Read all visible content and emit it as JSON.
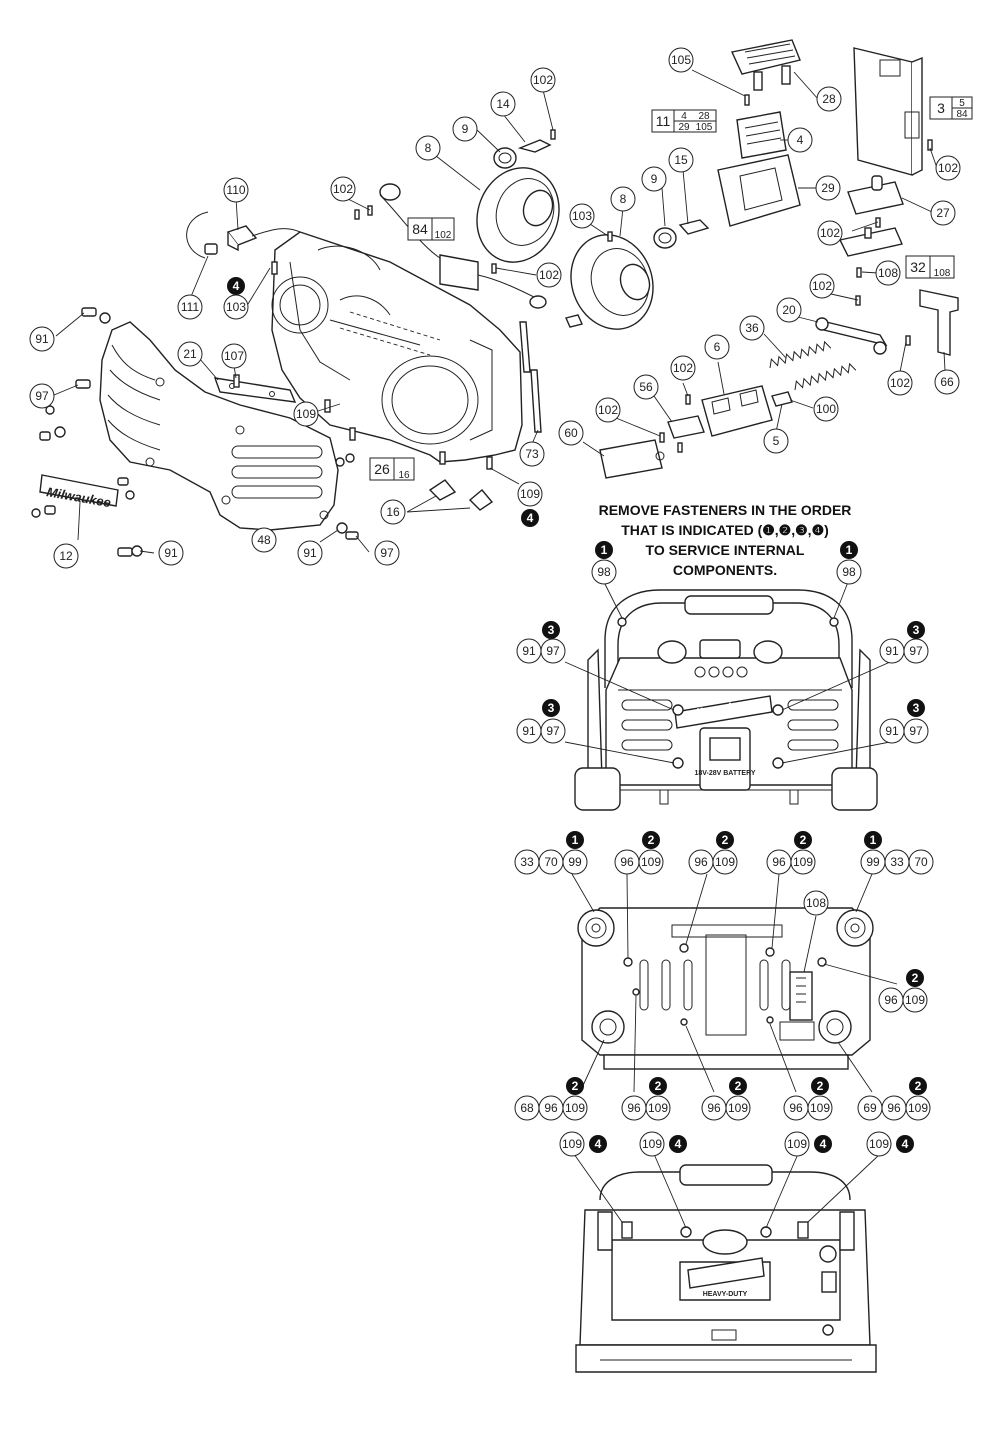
{
  "instruction": {
    "lines": [
      "REMOVE FASTENERS IN THE ORDER",
      "THAT IS INDICATED (❶,❷,❸,❹)",
      "TO SERVICE INTERNAL",
      "COMPONENTS."
    ]
  },
  "callouts": [
    {
      "id": "c105",
      "label": "105"
    },
    {
      "id": "c102a",
      "label": "102"
    },
    {
      "id": "c14",
      "label": "14"
    },
    {
      "id": "c28",
      "label": "28"
    },
    {
      "id": "c4",
      "label": "4"
    },
    {
      "id": "c102b",
      "label": "102"
    },
    {
      "id": "c27",
      "label": "27"
    },
    {
      "id": "c29",
      "label": "29"
    },
    {
      "id": "c9a",
      "label": "9"
    },
    {
      "id": "c8a",
      "label": "8"
    },
    {
      "id": "c102c",
      "label": "102"
    },
    {
      "id": "c110",
      "label": "110"
    },
    {
      "id": "c103a",
      "label": "103"
    },
    {
      "id": "c102d",
      "label": "102"
    },
    {
      "id": "c111",
      "label": "111"
    },
    {
      "id": "c9b",
      "label": "9"
    },
    {
      "id": "c15",
      "label": "15"
    },
    {
      "id": "c8b",
      "label": "8"
    },
    {
      "id": "c103b",
      "label": "103"
    },
    {
      "id": "c102e",
      "label": "102"
    },
    {
      "id": "c108a",
      "label": "108"
    },
    {
      "id": "c102f",
      "label": "102"
    },
    {
      "id": "c20",
      "label": "20"
    },
    {
      "id": "c36",
      "label": "36"
    },
    {
      "id": "c66",
      "label": "66"
    },
    {
      "id": "c102g",
      "label": "102"
    },
    {
      "id": "c6",
      "label": "6"
    },
    {
      "id": "c102h",
      "label": "102"
    },
    {
      "id": "c56",
      "label": "56"
    },
    {
      "id": "c100",
      "label": "100"
    },
    {
      "id": "c5",
      "label": "5"
    },
    {
      "id": "c102i",
      "label": "102"
    },
    {
      "id": "c60",
      "label": "60"
    },
    {
      "id": "c91a",
      "label": "91"
    },
    {
      "id": "c21",
      "label": "21"
    },
    {
      "id": "c107",
      "label": "107"
    },
    {
      "id": "c97a",
      "label": "97"
    },
    {
      "id": "c109a",
      "label": "109"
    },
    {
      "id": "c73",
      "label": "73"
    },
    {
      "id": "c109b",
      "label": "109"
    },
    {
      "id": "c16",
      "label": "16"
    },
    {
      "id": "c12",
      "label": "12"
    },
    {
      "id": "c48",
      "label": "48"
    },
    {
      "id": "c91b",
      "label": "91"
    },
    {
      "id": "c91c",
      "label": "91"
    },
    {
      "id": "c97b",
      "label": "97"
    },
    {
      "id": "c98a",
      "label": "98"
    },
    {
      "id": "c98b",
      "label": "98"
    },
    {
      "id": "c91d",
      "label": "91"
    },
    {
      "id": "c97c",
      "label": "97"
    },
    {
      "id": "c91e",
      "label": "91"
    },
    {
      "id": "c97d",
      "label": "97"
    },
    {
      "id": "c91f",
      "label": "91"
    },
    {
      "id": "c97e",
      "label": "97"
    },
    {
      "id": "c91g",
      "label": "91"
    },
    {
      "id": "c97f",
      "label": "97"
    },
    {
      "id": "c33a",
      "label": "33"
    },
    {
      "id": "c70a",
      "label": "70"
    },
    {
      "id": "c99a",
      "label": "99"
    },
    {
      "id": "c96a",
      "label": "96"
    },
    {
      "id": "c109c",
      "label": "109"
    },
    {
      "id": "c96b",
      "label": "96"
    },
    {
      "id": "c109d",
      "label": "109"
    },
    {
      "id": "c96c",
      "label": "96"
    },
    {
      "id": "c109e",
      "label": "109"
    },
    {
      "id": "c99b",
      "label": "99"
    },
    {
      "id": "c33b",
      "label": "33"
    },
    {
      "id": "c70b",
      "label": "70"
    },
    {
      "id": "c108b",
      "label": "108"
    },
    {
      "id": "c96d",
      "label": "96"
    },
    {
      "id": "c109f",
      "label": "109"
    },
    {
      "id": "c68",
      "label": "68"
    },
    {
      "id": "c96e",
      "label": "96"
    },
    {
      "id": "c109g",
      "label": "109"
    },
    {
      "id": "c96f",
      "label": "96"
    },
    {
      "id": "c109h",
      "label": "109"
    },
    {
      "id": "c96g",
      "label": "96"
    },
    {
      "id": "c109i",
      "label": "109"
    },
    {
      "id": "c96h",
      "label": "96"
    },
    {
      "id": "c109j",
      "label": "109"
    },
    {
      "id": "c69",
      "label": "69"
    },
    {
      "id": "c96i",
      "label": "96"
    },
    {
      "id": "c109k",
      "label": "109"
    },
    {
      "id": "c109l",
      "label": "109"
    },
    {
      "id": "c109m",
      "label": "109"
    },
    {
      "id": "c109n",
      "label": "109"
    },
    {
      "id": "c109o",
      "label": "109"
    }
  ],
  "sequence_markers": [
    {
      "id": "s4a",
      "label": "4"
    },
    {
      "id": "s4b",
      "label": "4"
    },
    {
      "id": "s1a",
      "label": "1"
    },
    {
      "id": "s1b",
      "label": "1"
    },
    {
      "id": "s3a",
      "label": "3"
    },
    {
      "id": "s3b",
      "label": "3"
    },
    {
      "id": "s3c",
      "label": "3"
    },
    {
      "id": "s3d",
      "label": "3"
    },
    {
      "id": "s1c",
      "label": "1"
    },
    {
      "id": "s2a",
      "label": "2"
    },
    {
      "id": "s2b",
      "label": "2"
    },
    {
      "id": "s2c",
      "label": "2"
    },
    {
      "id": "s1d",
      "label": "1"
    },
    {
      "id": "s2d",
      "label": "2"
    },
    {
      "id": "s2e",
      "label": "2"
    },
    {
      "id": "s2f",
      "label": "2"
    },
    {
      "id": "s2g",
      "label": "2"
    },
    {
      "id": "s2h",
      "label": "2"
    },
    {
      "id": "s2i",
      "label": "2"
    },
    {
      "id": "s4c",
      "label": "4"
    },
    {
      "id": "s4d",
      "label": "4"
    },
    {
      "id": "s4e",
      "label": "4"
    },
    {
      "id": "s4f",
      "label": "4"
    }
  ],
  "kit_references": [
    {
      "id": "k11",
      "main": "11",
      "sub": [
        "4",
        "28",
        "29",
        "105"
      ]
    },
    {
      "id": "k3",
      "main": "3",
      "sub": [
        "5",
        "84"
      ]
    },
    {
      "id": "k84",
      "main": "84",
      "sub": [
        "102"
      ]
    },
    {
      "id": "k32",
      "main": "32",
      "sub": [
        "108"
      ]
    },
    {
      "id": "k26",
      "main": "26",
      "sub": [
        "16"
      ]
    }
  ],
  "logo_texts": {
    "brand": "Milwaukee",
    "battery": "18V-28V BATTERY",
    "heavy_duty": "HEAVY-DUTY"
  }
}
